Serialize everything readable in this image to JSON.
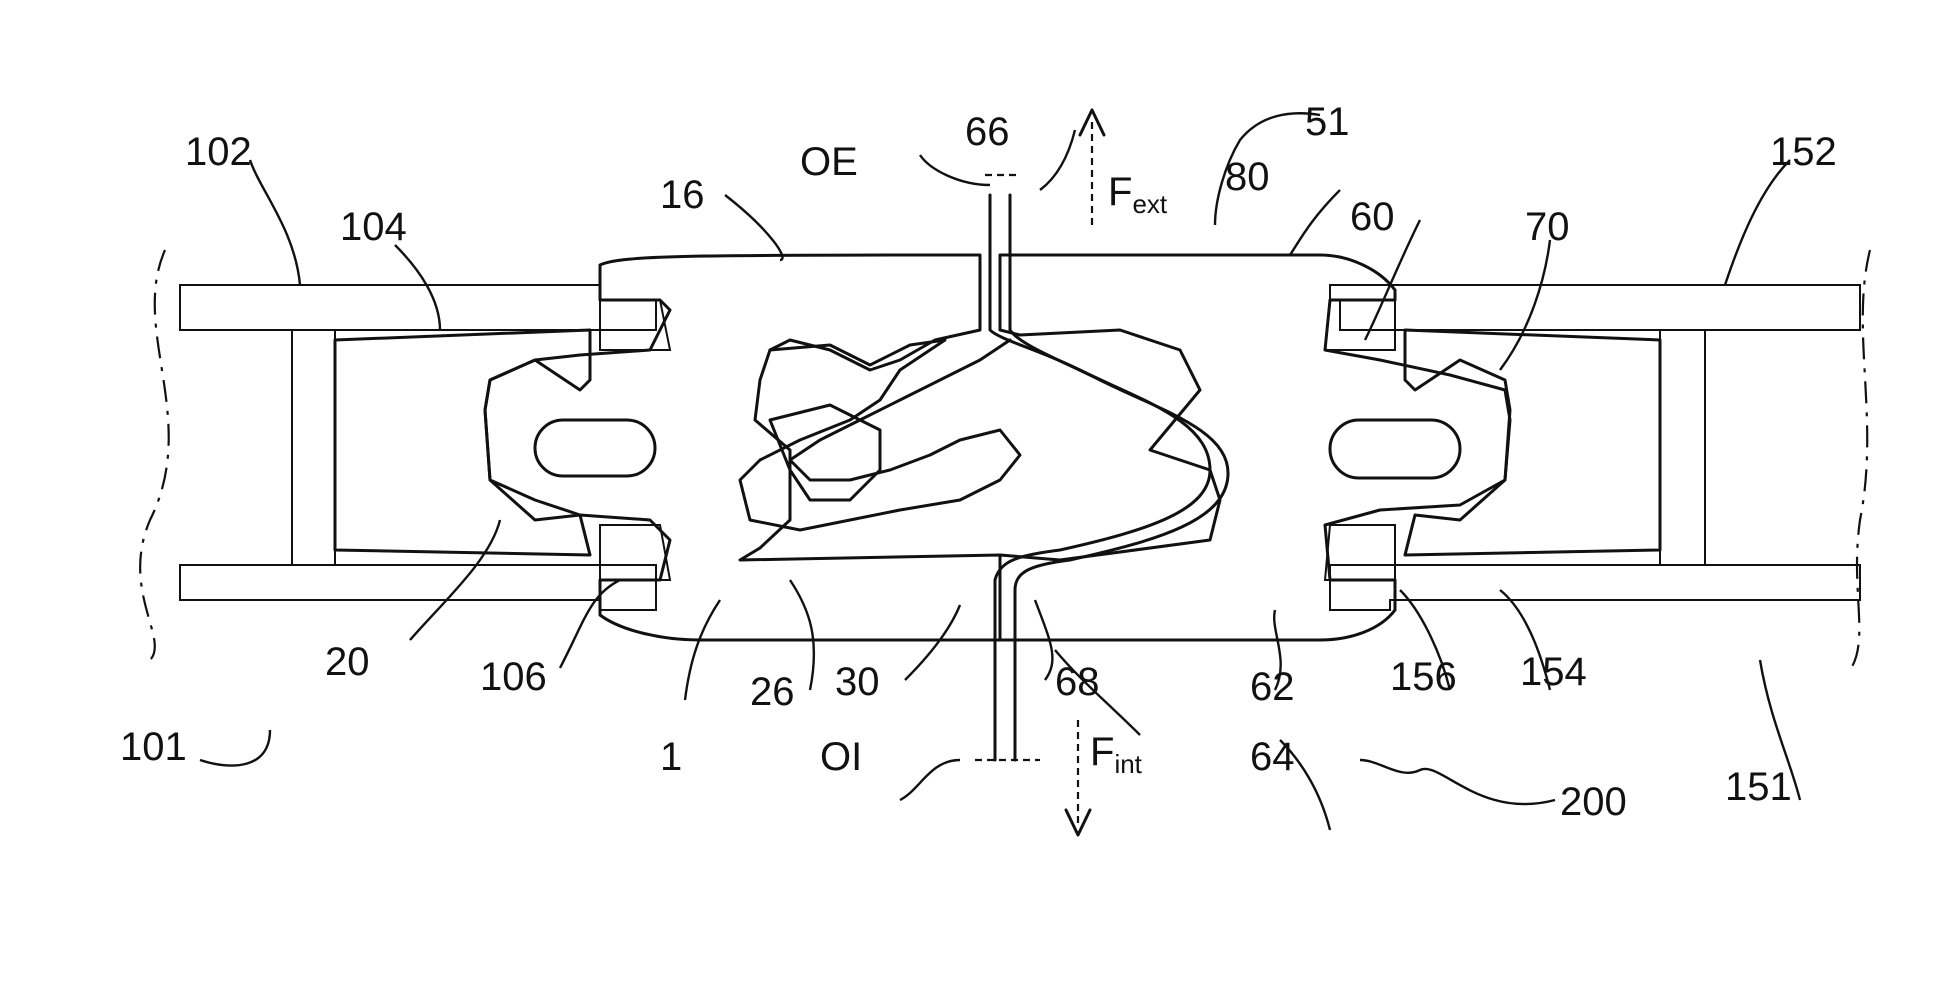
{
  "labels": {
    "l101": "101",
    "l102": "102",
    "l104": "104",
    "l106": "106",
    "l1": "1",
    "l16": "16",
    "l20": "20",
    "l26": "26",
    "l30": "30",
    "l51": "51",
    "l60": "60",
    "l62": "62",
    "l64": "64",
    "l66": "66",
    "l68": "68",
    "l70": "70",
    "l80": "80",
    "l151": "151",
    "l152": "152",
    "l154": "154",
    "l156": "156",
    "l200": "200",
    "OE": "OE",
    "OI": "OI",
    "fext_main": "F",
    "fext_sub": "ext",
    "fint_main": "F",
    "fint_sub": "int"
  }
}
